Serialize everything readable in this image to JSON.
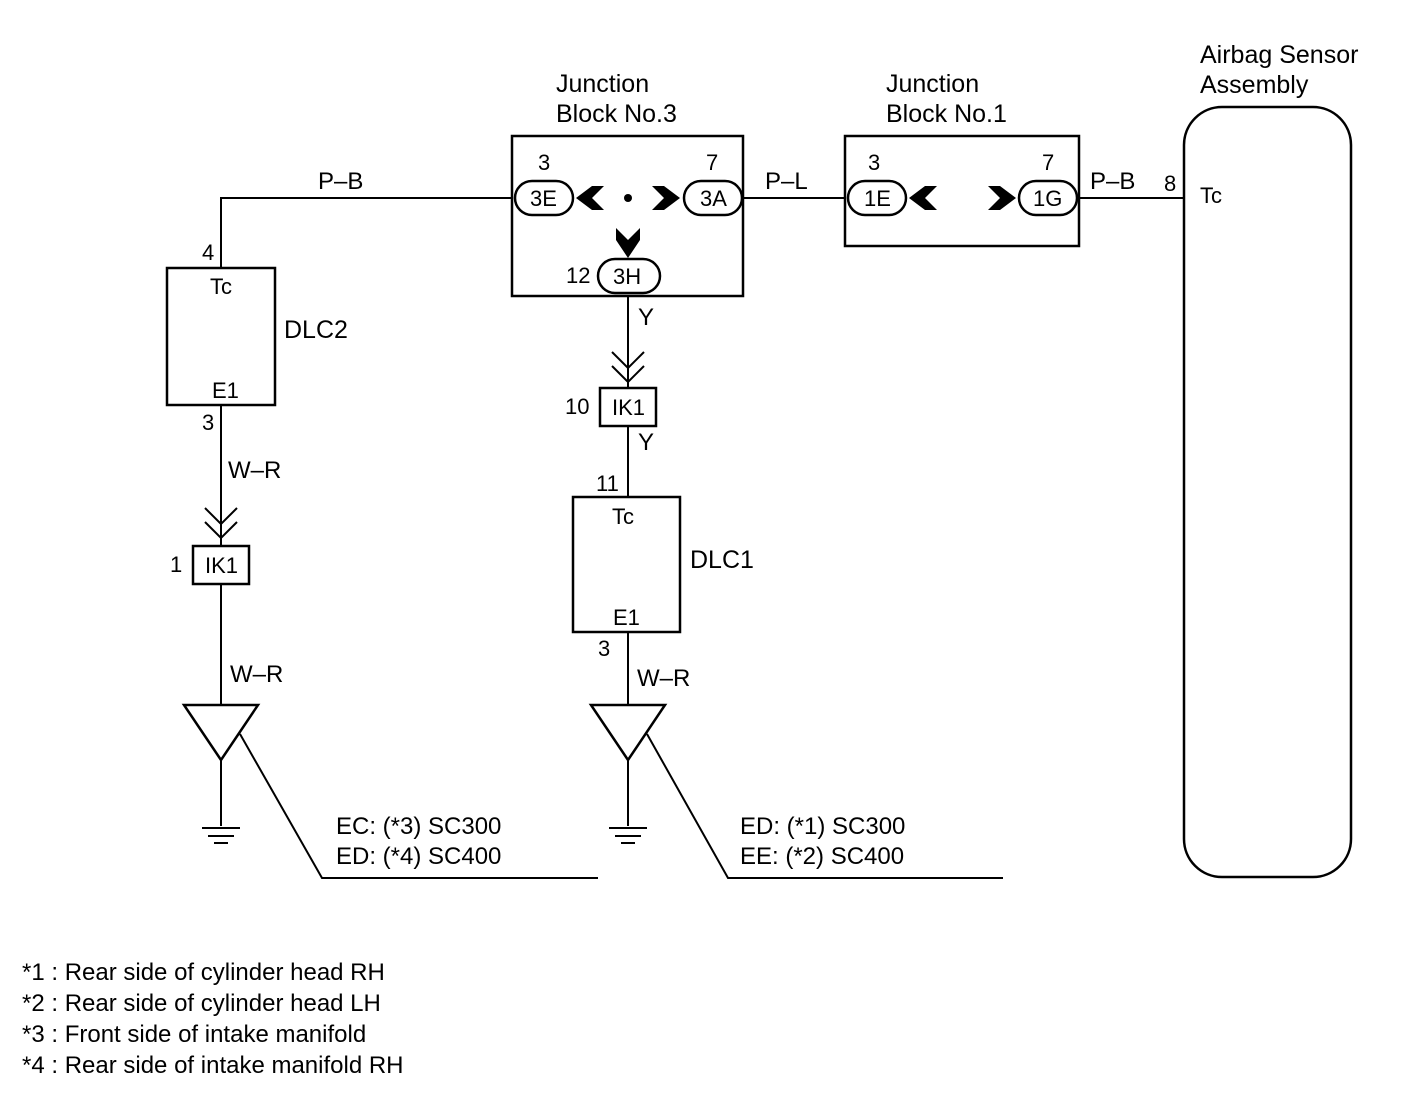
{
  "junction_block_3": {
    "title_line1": "Junction",
    "title_line2": "Block No.3",
    "pin_left": "3",
    "pin_right": "7",
    "pin_bottom": "12",
    "conn_left": "3E",
    "conn_right": "3A",
    "conn_bottom": "3H"
  },
  "junction_block_1": {
    "title_line1": "Junction",
    "title_line2": "Block No.1",
    "pin_left": "3",
    "pin_right": "7",
    "conn_left": "1E",
    "conn_right": "1G"
  },
  "airbag": {
    "title_line1": "Airbag Sensor",
    "title_line2": "Assembly",
    "pin": "8",
    "terminal": "Tc"
  },
  "dlc2": {
    "name": "DLC2",
    "term_top": "Tc",
    "term_bottom": "E1",
    "pin_top": "4",
    "pin_bottom": "3"
  },
  "dlc1": {
    "name": "DLC1",
    "term_top": "Tc",
    "term_bottom": "E1",
    "pin_top": "11",
    "pin_bottom": "3"
  },
  "connectors": {
    "ik1_left_name": "IK1",
    "ik1_left_pin": "1",
    "ik1_mid_name": "IK1",
    "ik1_mid_pin": "10"
  },
  "wires": {
    "pb_left": "P–B",
    "pl": "P–L",
    "pb_right": "P–B",
    "y_upper": "Y",
    "y_lower": "Y",
    "wr_left_upper": "W–R",
    "wr_left_lower": "W–R",
    "wr_mid": "W–R"
  },
  "grounds": {
    "left_line1": "EC: (*3) SC300",
    "left_line2": "ED: (*4) SC400",
    "mid_line1": "ED: (*1) SC300",
    "mid_line2": "EE: (*2) SC400"
  },
  "footnotes": [
    "*1 : Rear side of cylinder head RH",
    "*2 : Rear side of cylinder head LH",
    "*3 : Front side of intake manifold",
    "*4 : Rear side of intake manifold RH"
  ]
}
